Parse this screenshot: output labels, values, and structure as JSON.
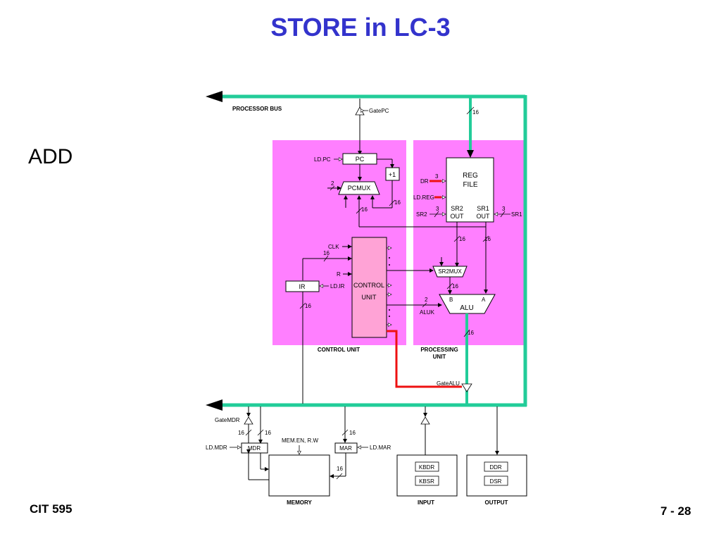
{
  "slide": {
    "title": "STORE in LC-3",
    "subtitle": "ADD",
    "footer_left": "CIT 595",
    "footer_right": "7 - 28"
  },
  "colors": {
    "title": "#3333cc",
    "region_fill": "#ff7fff",
    "control_unit_fill": "#ffa3d6",
    "active_bus": "#22cc99",
    "active_control": "#ee1111"
  },
  "diagram": {
    "processor_bus": "PROCESSOR BUS",
    "gate_pc": "GatePC",
    "bus_width_top": "16",
    "ld_pc": "LD.PC",
    "pc": "PC",
    "plus_one": "+1",
    "pcmux_sel": "2",
    "pcmux": "PCMUX",
    "w16_pcmux": "16",
    "w16_pcfeed": "16",
    "dr": "DR",
    "dr_width": "3",
    "ld_reg": "LD.REG",
    "sr2": "SR2",
    "sr2_width": "3",
    "sr1": "SR1",
    "sr1_width": "3",
    "reg": "REG",
    "file": "FILE",
    "sr2_out_1": "SR2",
    "sr2_out_2": "OUT",
    "sr1_out_1": "SR1",
    "sr1_out_2": "OUT",
    "w16_sr2out": "16",
    "w16_sr1out": "16",
    "clk": "CLK",
    "w16_ir_in": "16",
    "r": "R",
    "control_1": "CONTROL",
    "control_2": "UNIT",
    "ir": "IR",
    "ld_ir": "LD.IR",
    "w16_ir_out": "16",
    "sr2mux": "SR2MUX",
    "w16_sr2mux": "16",
    "aluk_width": "2",
    "aluk": "ALUK",
    "alu_b": "B",
    "alu_a": "A",
    "alu": "ALU",
    "w16_alu": "16",
    "control_unit_label": "CONTROL UNIT",
    "processing_unit_1": "PROCESSING",
    "processing_unit_2": "UNIT",
    "gate_alu": "GateALU",
    "gate_mdr": "GateMDR",
    "w16_mdr_l": "16",
    "w16_mdr_r": "16",
    "w16_mar": "16",
    "ld_mdr": "LD.MDR",
    "mdr": "MDR",
    "mem_en": "MEM.EN, R.W",
    "mar": "MAR",
    "ld_mar": "LD.MAR",
    "w16_mem": "16",
    "memory": "MEMORY",
    "kbdr": "KBDR",
    "kbsr": "KBSR",
    "input": "INPUT",
    "ddr": "DDR",
    "dsr": "DSR",
    "output": "OUTPUT"
  }
}
